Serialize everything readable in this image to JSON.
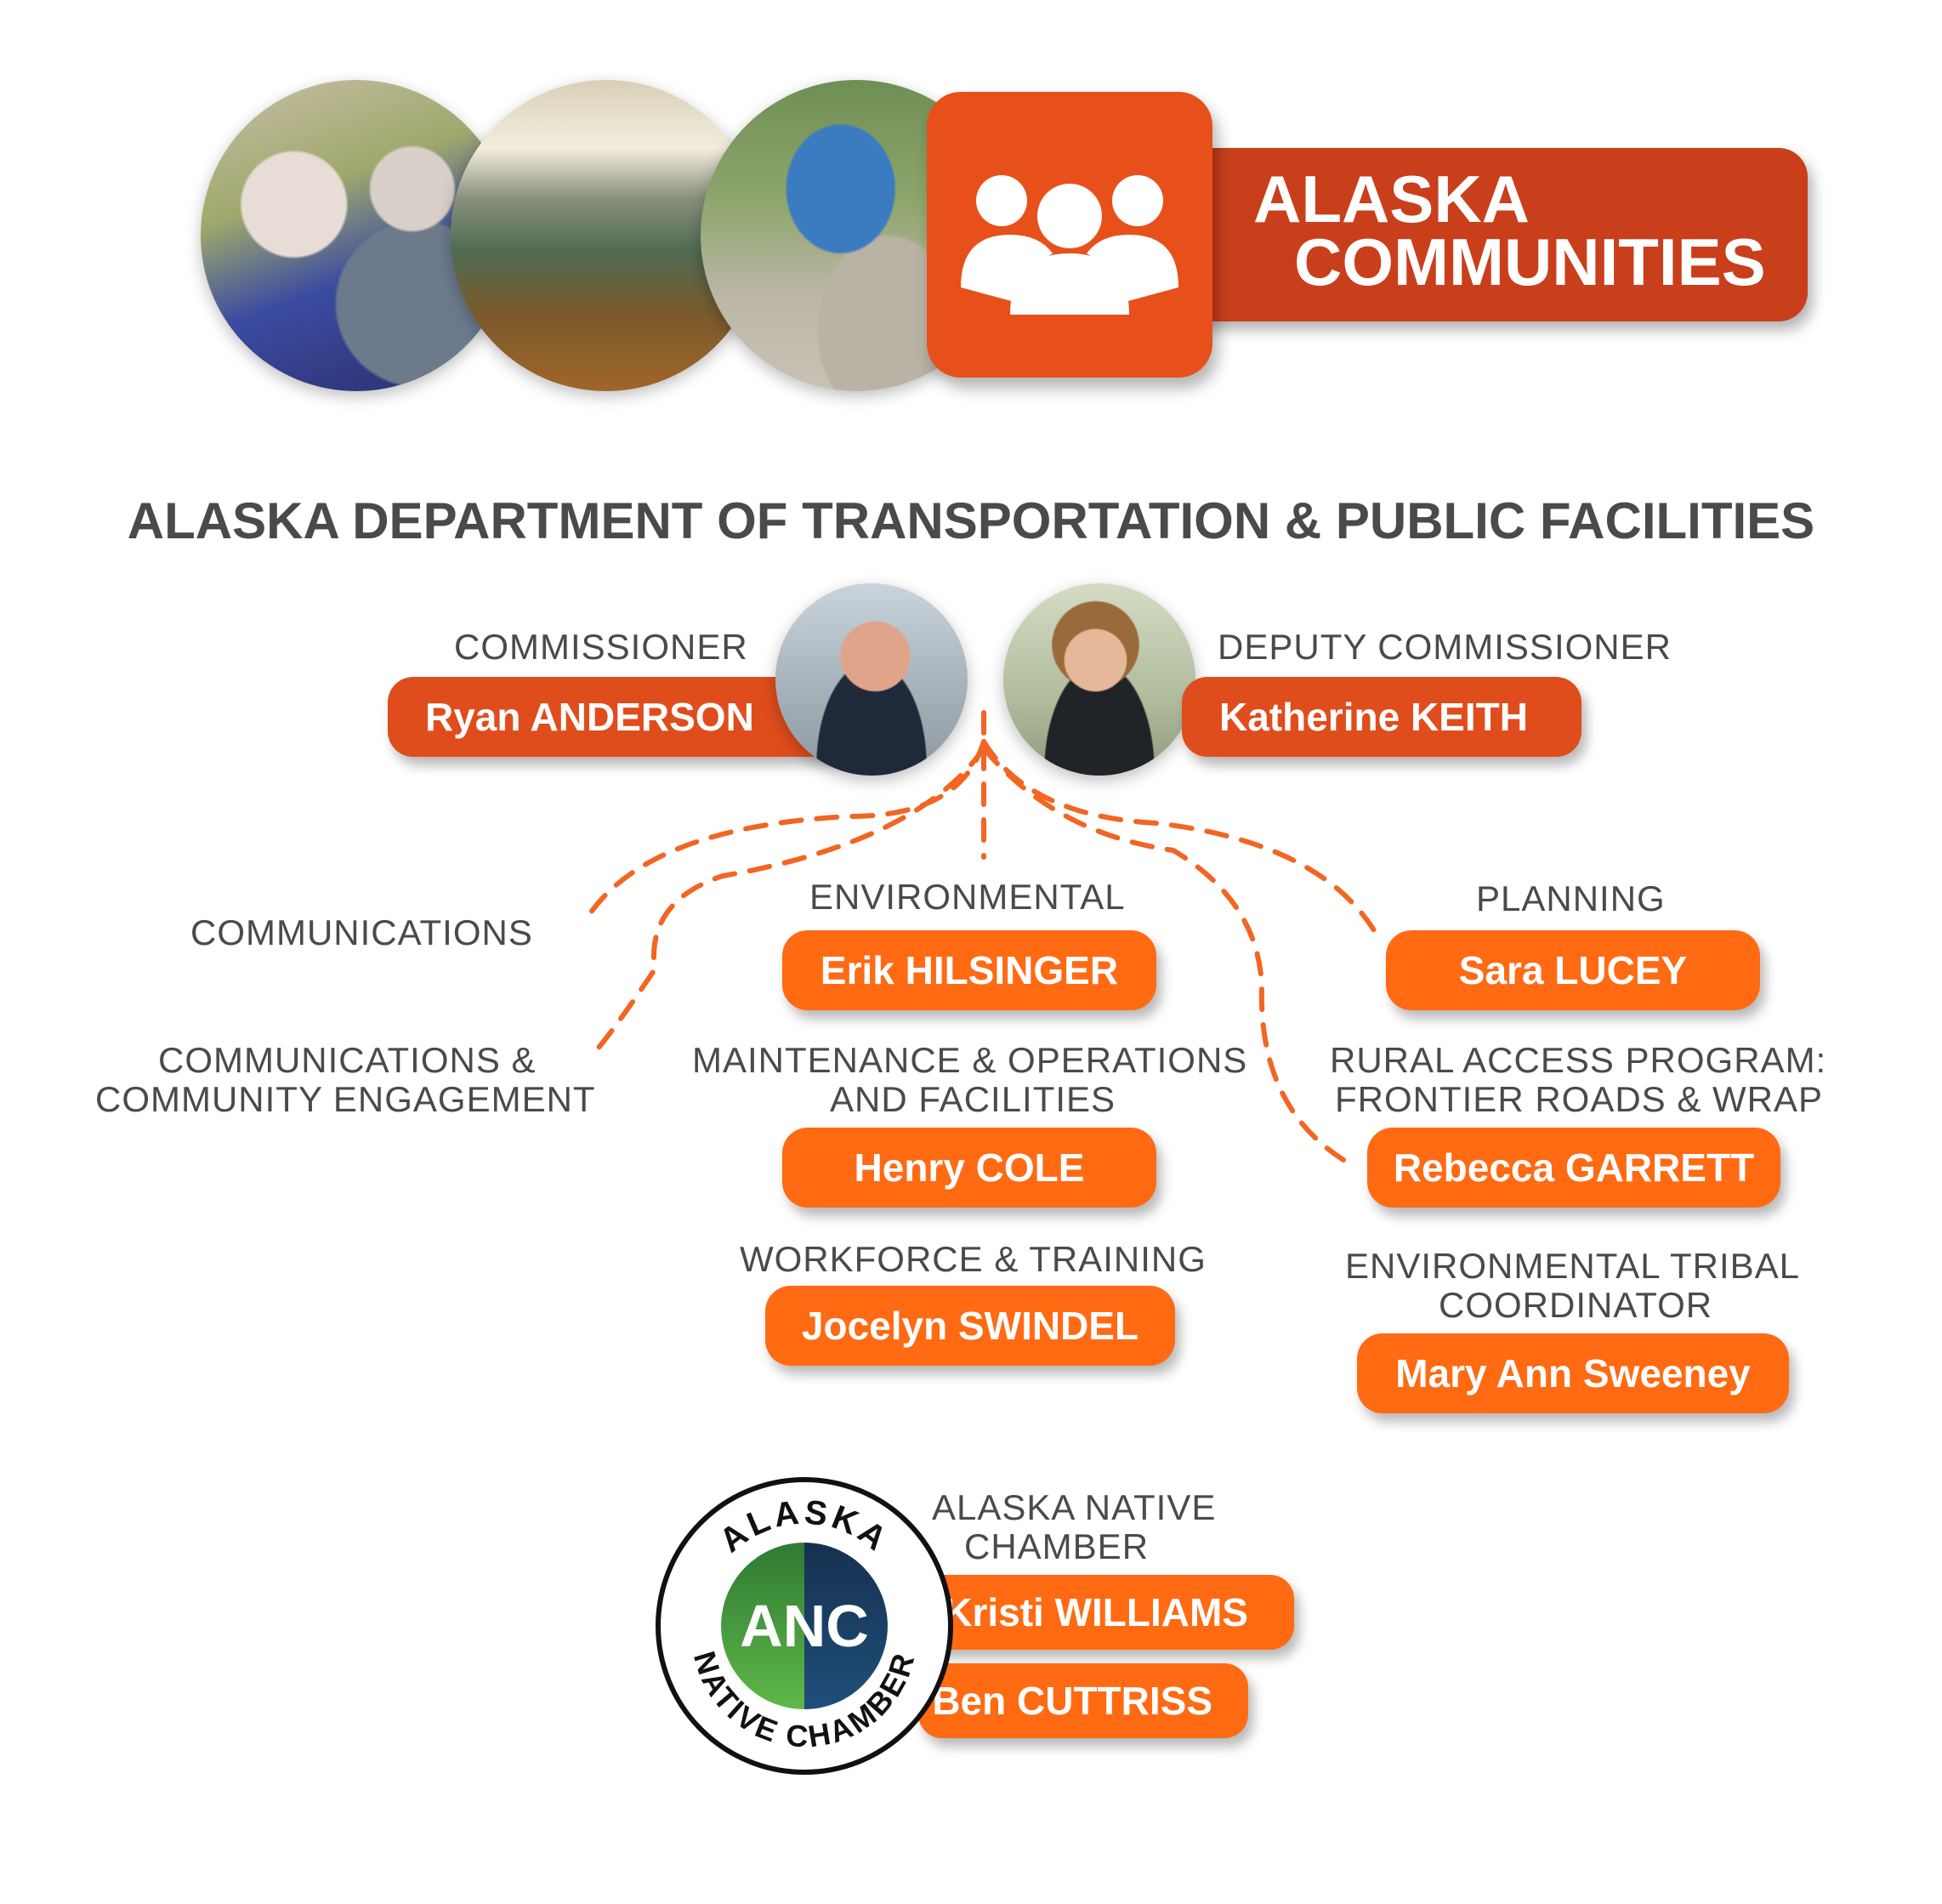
{
  "banner": {
    "title_line1": "ALASKA",
    "title_line2": "COMMUNITIES"
  },
  "heading": "ALASKA DEPARTMENT OF TRANSPORTATION & PUBLIC FACILITIES",
  "leadership": {
    "commissioner": {
      "role": "COMMISSIONER",
      "name": "Ryan ANDERSON"
    },
    "deputy": {
      "role": "DEPUTY COMMISSIONER",
      "name": "Katherine KEITH"
    }
  },
  "units": {
    "communications": {
      "role": "COMMUNICATIONS"
    },
    "community_engagement": {
      "role_line1": "COMMUNICATIONS &",
      "role_line2": "COMMUNITY ENGAGEMENT"
    },
    "environmental": {
      "role": "ENVIRONMENTAL",
      "name": "Erik HILSINGER"
    },
    "maintenance": {
      "role_line1": "MAINTENANCE & OPERATIONS",
      "role_line2": "AND FACILITIES",
      "name": "Henry COLE"
    },
    "workforce": {
      "role": "WORKFORCE & TRAINING",
      "name": "Jocelyn SWINDEL"
    },
    "planning": {
      "role": "PLANNING",
      "name": "Sara LUCEY"
    },
    "rural_access": {
      "role_line1": "RURAL ACCESS PROGRAM:",
      "role_line2": "FRONTIER ROADS & WRAP",
      "name": "Rebecca GARRETT"
    },
    "tribal": {
      "role_line1": "ENVIRONMENTAL TRIBAL",
      "role_line2": "COORDINATOR",
      "name": "Mary Ann Sweeney"
    }
  },
  "chamber": {
    "role_line1": "ALASKA NATIVE",
    "role_line2": "CHAMBER",
    "members": [
      "Kristi WILLIAMS",
      "Ben CUTTRISS"
    ],
    "logo_text_top": "ALASKA",
    "logo_text_bottom": "NATIVE CHAMBER",
    "logo_letters": "ANC"
  },
  "colors": {
    "orange": "#ff6a13",
    "rust": "#c93f1b",
    "tile": "#e8501b",
    "text_gray": "#4a4a4a",
    "anc_green": "#3d9a3c",
    "anc_navy": "#1d3557"
  },
  "icons": [
    "people-group-icon"
  ]
}
